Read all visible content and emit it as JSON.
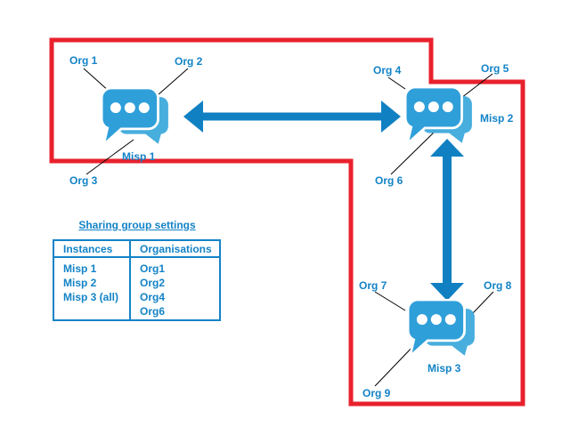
{
  "colors": {
    "boundary_red": "#e8212d",
    "blue_text": "#1383c7",
    "arrow_blue": "#1080c2",
    "icon_front_blue": "#2f9fd9",
    "icon_back_blue": "#47aede"
  },
  "nodes": {
    "misp1": {
      "label": "Misp 1"
    },
    "misp2": {
      "label": "Misp 2"
    },
    "misp3": {
      "label": "Misp 3"
    }
  },
  "org_labels": {
    "org1": "Org 1",
    "org2": "Org 2",
    "org3": "Org 3",
    "org4": "Org 4",
    "org5": "Org 5",
    "org6": "Org 6",
    "org7": "Org 7",
    "org8": "Org 8",
    "org9": "Org 9"
  },
  "connections": {
    "arrows": [
      "Misp 1 <-> Misp 2",
      "Misp 2 <-> Misp 3"
    ],
    "org_links": {
      "misp1": [
        "Org 1",
        "Org 2",
        "Org 3"
      ],
      "misp2": [
        "Org 4",
        "Org 5",
        "Org 6"
      ],
      "misp3": [
        "Org 7",
        "Org 8",
        "Org 9"
      ]
    }
  },
  "sharing_table": {
    "title": "Sharing group settings",
    "columns": [
      "Instances",
      "Organisations"
    ],
    "instances": [
      "Misp 1",
      "Misp 2",
      "Misp 3 (all)"
    ],
    "organisations": [
      "Org1",
      "Org2",
      "Org4",
      "Org6"
    ]
  }
}
